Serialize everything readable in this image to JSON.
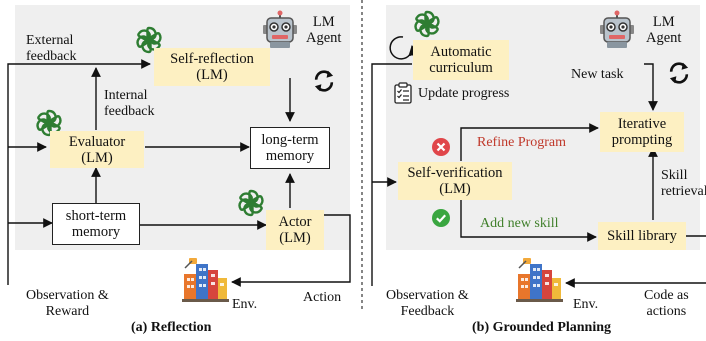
{
  "colors": {
    "panel": "#efefef",
    "module": "#fdf0c2",
    "refine": "#c0392b",
    "add": "#3f7f2a",
    "cross": "#e0464a",
    "check": "#3aa640"
  },
  "icons": [
    "robot-icon",
    "openai-logo-icon",
    "refresh-cycle-icon",
    "environment-city-icon",
    "checklist-icon",
    "cross-icon",
    "check-icon"
  ],
  "left": {
    "agent_label": "LM\nAgent",
    "external_feedback": "External\nfeedback",
    "internal_feedback": "Internal\nfeedback",
    "self_reflection": "Self-reflection\n(LM)",
    "evaluator": "Evaluator\n(LM)",
    "long_term": "long-term\nmemory",
    "short_term": "short-term\nmemory",
    "actor": "Actor\n(LM)",
    "env": "Env.",
    "observation": "Observation &\nReward",
    "action": "Action",
    "caption": "(a) Reflection"
  },
  "right": {
    "agent_label": "LM\nAgent",
    "curriculum": "Automatic\ncurriculum",
    "update_progress": "Update progress",
    "new_task": "New task",
    "refine_program": "Refine Program",
    "iterative": "Iterative\nprompting",
    "self_verification": "Self-verification\n(LM)",
    "skill_retrieval": "Skill\nretrieval",
    "add_new_skill": "Add new skill",
    "skill_library": "Skill library",
    "env": "Env.",
    "observation": "Observation &\nFeedback",
    "code_actions": "Code as\nactions",
    "caption": "(b) Grounded Planning"
  }
}
